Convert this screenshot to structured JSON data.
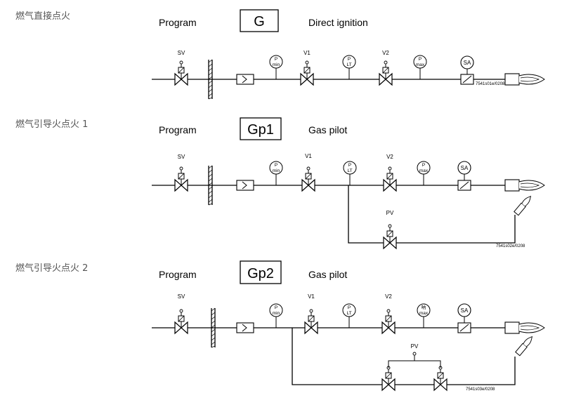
{
  "sections": [
    {
      "title_zh": "燃气直接点火",
      "program_label": "Program",
      "code": "G",
      "description": "Direct ignition",
      "labels": {
        "sv": "SV",
        "v1": "V1",
        "v2": "V2",
        "sa": "SA",
        "p": "P",
        "min": "min",
        "lt": "LT",
        "max": "max",
        "ref": "7541s01e/0208"
      }
    },
    {
      "title_zh": "燃气引导火点火 1",
      "program_label": "Program",
      "code": "Gp1",
      "description": "Gas pilot",
      "labels": {
        "sv": "SV",
        "v1": "V1",
        "v2": "V2",
        "sa": "SA",
        "pv": "PV",
        "p": "P",
        "min": "min",
        "lt": "LT",
        "max": "max",
        "ref": "7541s02e/0208"
      }
    },
    {
      "title_zh": "燃气引导火点火 2",
      "program_label": "Program",
      "code": "Gp2",
      "description": "Gas pilot",
      "labels": {
        "sv": "SV",
        "v1": "V1",
        "v2": "V2",
        "sa": "SA",
        "pv": "PV",
        "p": "P",
        "min": "min",
        "lt": "LT",
        "max": "max",
        "max_p_alt": "呐",
        "ref": "7541s03e/0208"
      }
    }
  ]
}
